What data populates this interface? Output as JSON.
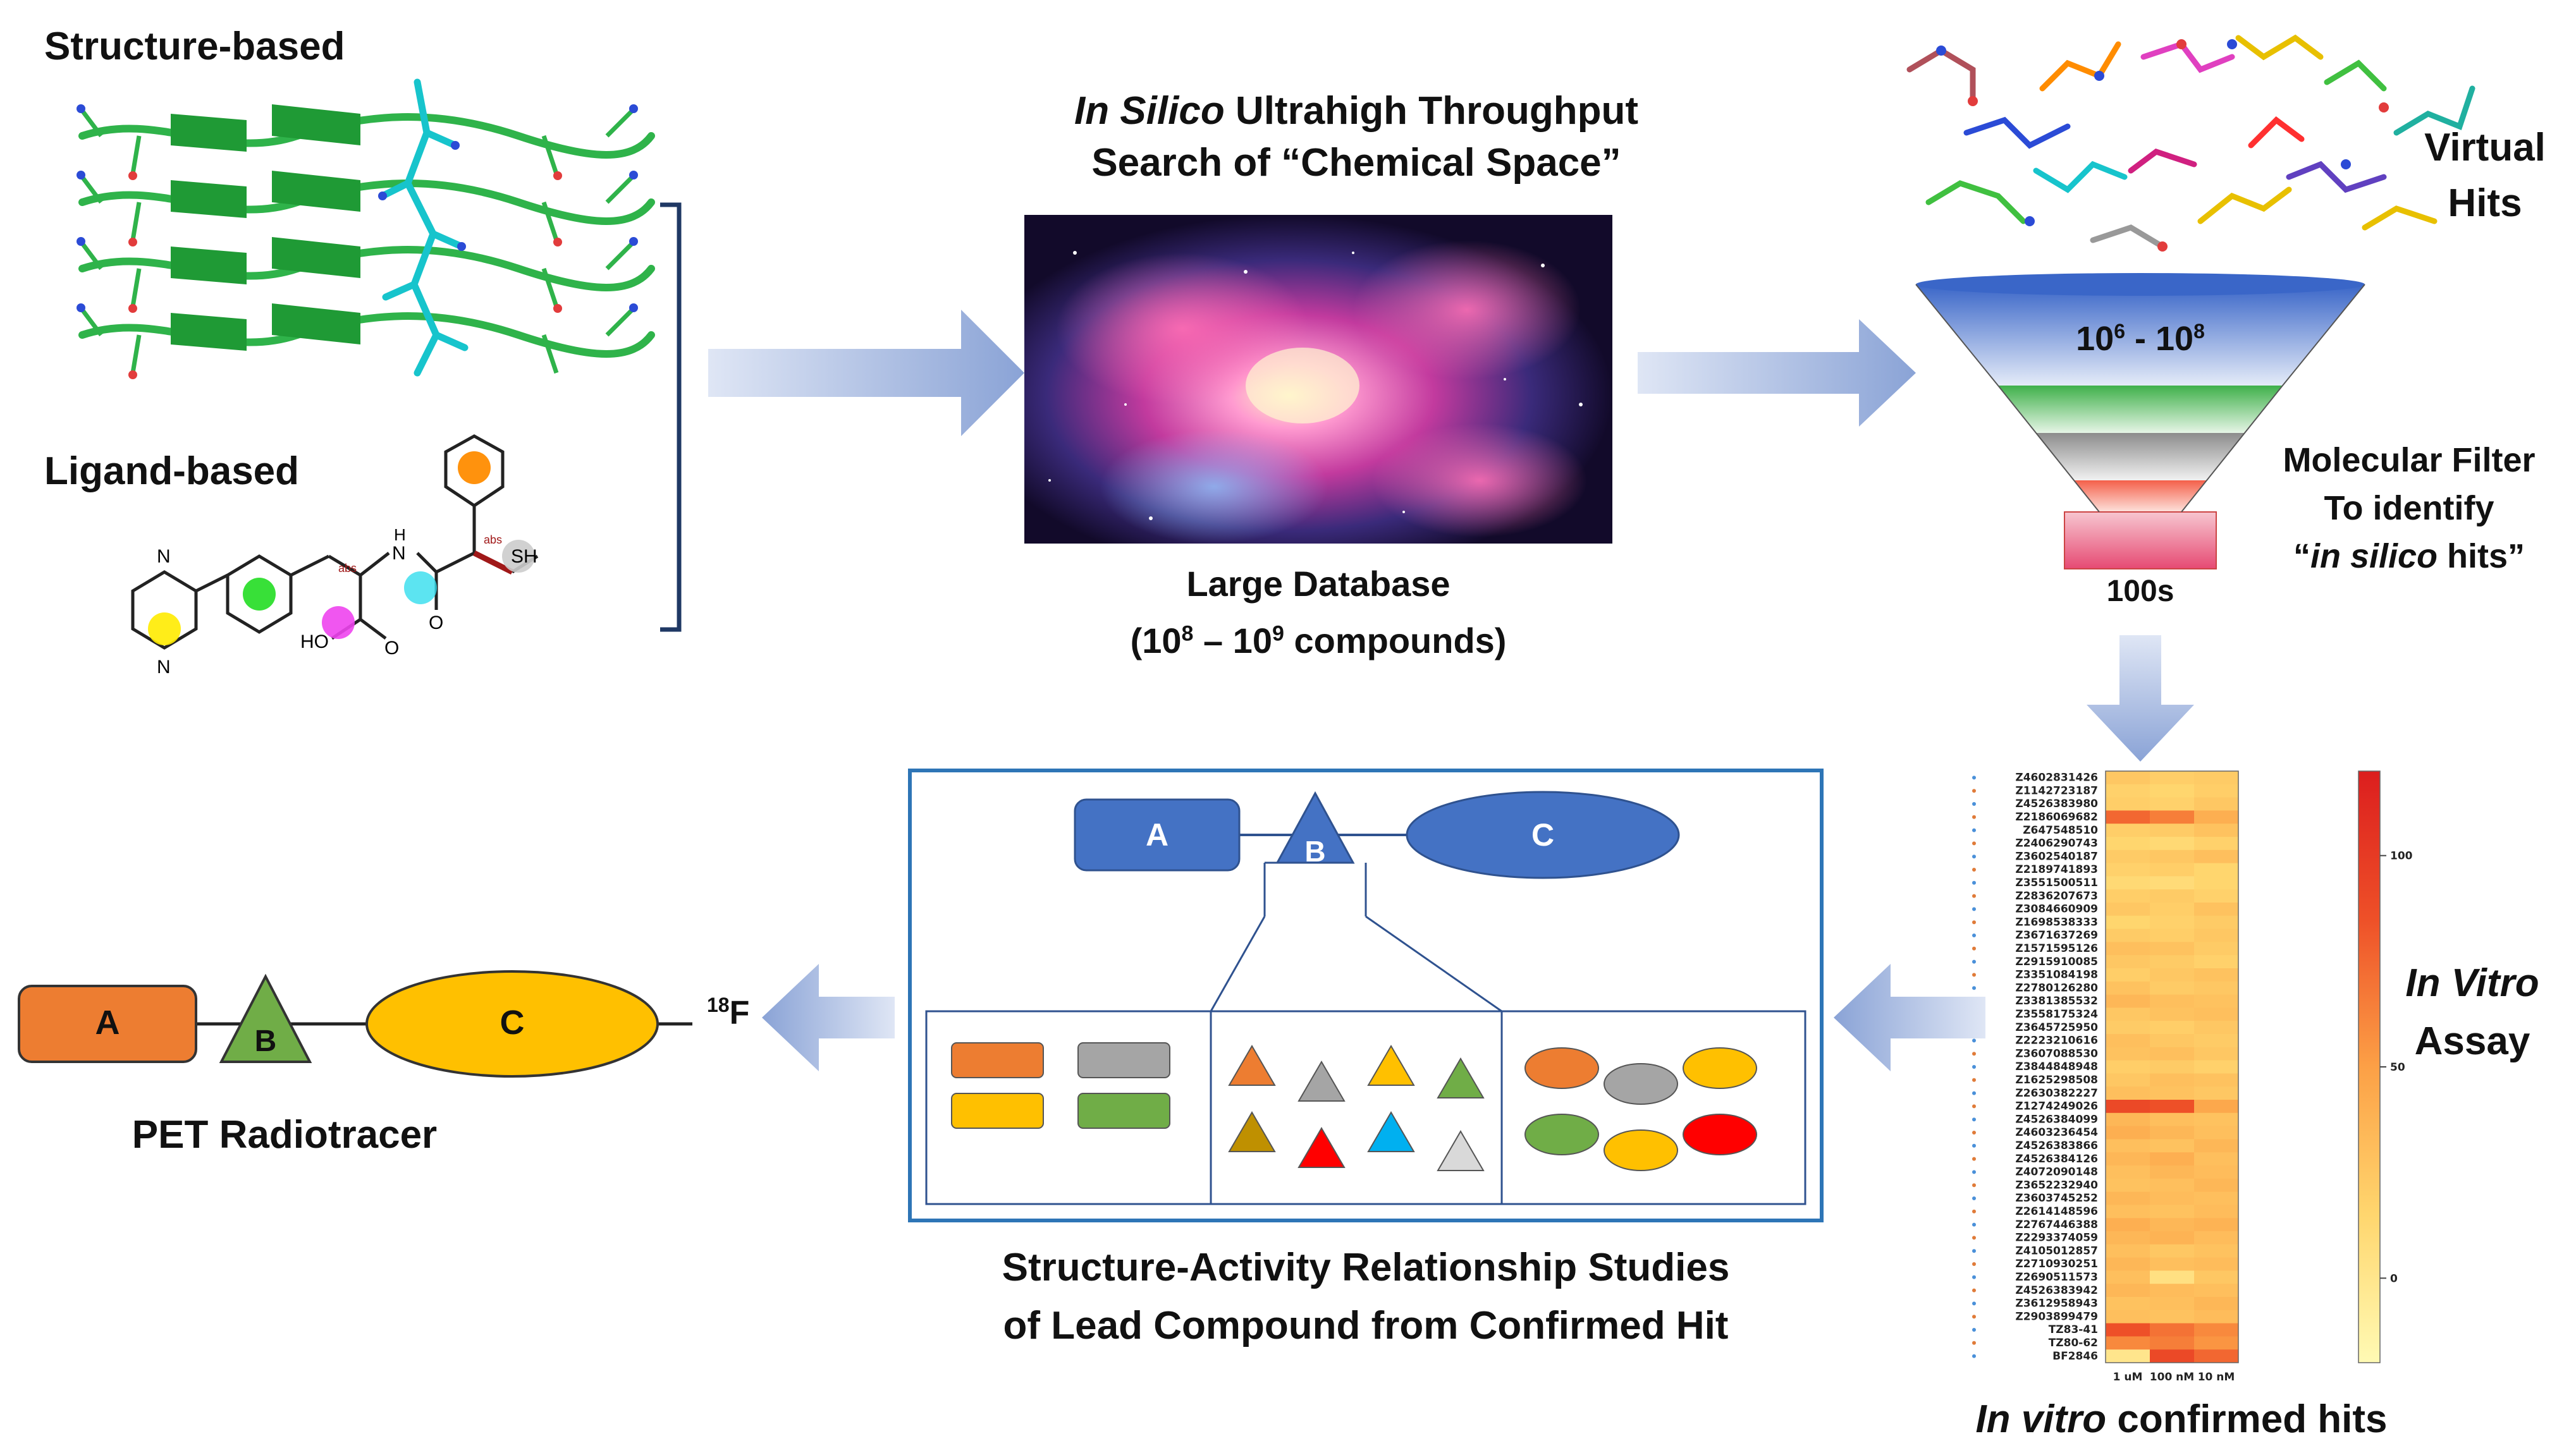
{
  "left": {
    "structure_label": "Structure-based",
    "ligand_label": "Ligand-based",
    "sh_label": "SH",
    "ho_label": "HO",
    "n_label": "N",
    "h_label": "H",
    "o_label": "O",
    "abs_label": "abs"
  },
  "search": {
    "title_italic": "In Silico",
    "title_rest": " Ultrahigh Throughput",
    "title_line2": "Search of “Chemical Space”",
    "db_line1": "Large Database",
    "db_line2_pre": "(10",
    "db_line2_sup1": "8",
    "db_line2_mid": " – 10",
    "db_line2_sup2": "9",
    "db_line2_post": " compounds)"
  },
  "funnel": {
    "virtual_hits_1": "Virtual",
    "virtual_hits_2": "Hits",
    "top_pre": "10",
    "top_sup1": "6",
    "top_mid": " - 10",
    "top_sup2": "8",
    "bottom": "100s",
    "filter_1": "Molecular Filter",
    "filter_2": "To identify",
    "filter_3_pre": "“",
    "filter_3_it": "in silico",
    "filter_3_post": " hits”"
  },
  "assay": {
    "title_it": "In Vitro",
    "title_2": "Assay",
    "caption_it": "In vitro",
    "caption_rest": " confirmed hits"
  },
  "heatmap": {
    "rows": [
      "Z4602831426",
      "Z1142723187",
      "Z4526383980",
      "Z2186069682",
      "Z647548510",
      "Z2406290743",
      "Z3602540187",
      "Z2189741893",
      "Z3551500511",
      "Z2836207673",
      "Z3084660909",
      "Z1698538333",
      "Z3671637269",
      "Z1571595126",
      "Z2915910085",
      "Z3351084198",
      "Z2780126280",
      "Z3381385532",
      "Z3558175324",
      "Z3645725950",
      "Z2223210616",
      "Z3607088530",
      "Z3844848948",
      "Z1625298508",
      "Z2630382227",
      "Z1274249026",
      "Z4526384099",
      "Z4603236454",
      "Z4526383866",
      "Z4526384126",
      "Z4072090148",
      "Z3652232940",
      "Z3603745252",
      "Z2614148596",
      "Z2767446388",
      "Z2293374059",
      "Z4105012857",
      "Z2710930251",
      "Z2690511573",
      "Z4526383942",
      "Z3612958943",
      "Z2903899479",
      "TZ83-41",
      "TZ80-62",
      "BF2846"
    ],
    "columns": [
      "1 uM",
      "100 nM",
      "10 nM"
    ],
    "values": [
      [
        25,
        20,
        22
      ],
      [
        18,
        15,
        20
      ],
      [
        20,
        18,
        25
      ],
      [
        75,
        65,
        40
      ],
      [
        20,
        22,
        28
      ],
      [
        15,
        12,
        18
      ],
      [
        22,
        25,
        30
      ],
      [
        18,
        20,
        15
      ],
      [
        12,
        10,
        15
      ],
      [
        20,
        22,
        18
      ],
      [
        25,
        20,
        28
      ],
      [
        15,
        18,
        22
      ],
      [
        22,
        20,
        25
      ],
      [
        30,
        28,
        22
      ],
      [
        25,
        22,
        18
      ],
      [
        20,
        25,
        28
      ],
      [
        28,
        22,
        25
      ],
      [
        35,
        30,
        28
      ],
      [
        25,
        28,
        30
      ],
      [
        22,
        20,
        25
      ],
      [
        30,
        25,
        22
      ],
      [
        28,
        30,
        25
      ],
      [
        20,
        22,
        18
      ],
      [
        25,
        30,
        28
      ],
      [
        30,
        28,
        25
      ],
      [
        90,
        85,
        45
      ],
      [
        35,
        30,
        28
      ],
      [
        40,
        35,
        30
      ],
      [
        30,
        28,
        35
      ],
      [
        35,
        40,
        30
      ],
      [
        30,
        35,
        32
      ],
      [
        28,
        30,
        35
      ],
      [
        35,
        32,
        30
      ],
      [
        30,
        28,
        32
      ],
      [
        40,
        35,
        38
      ],
      [
        35,
        38,
        32
      ],
      [
        30,
        25,
        28
      ],
      [
        35,
        30,
        32
      ],
      [
        30,
        5,
        25
      ],
      [
        35,
        32,
        30
      ],
      [
        28,
        30,
        35
      ],
      [
        30,
        28,
        32
      ],
      [
        85,
        70,
        60
      ],
      [
        60,
        65,
        55
      ],
      [
        0,
        90,
        75
      ]
    ],
    "scale_ticks": [
      "100",
      "50",
      "0"
    ],
    "scale_values": [
      100,
      50,
      0
    ],
    "scale_min": -20,
    "scale_max": 120
  },
  "sar": {
    "shape_a": "A",
    "shape_b": "B",
    "shape_c": "C",
    "caption_1": "Structure-Activity Relationship Studies",
    "caption_2": "of Lead Compound from Confirmed Hit",
    "colors": {
      "rects": [
        "#ed7d31",
        "#a5a5a5",
        "#ffc000",
        "#70ad47"
      ],
      "triangles": [
        "#ed7d31",
        "#a5a5a5",
        "#ffc000",
        "#70ad47",
        "#bf9000",
        "#ff0000",
        "#00b0f0",
        "#d9d9d9"
      ],
      "ellipses": [
        "#ed7d31",
        "#a5a5a5",
        "#ffc000",
        "#70ad47",
        "#ffc000",
        "#ff0000"
      ]
    }
  },
  "pet": {
    "shape_a": "A",
    "shape_b": "B",
    "shape_c": "C",
    "isotope_sup": "18",
    "isotope": "F",
    "label": "PET Radiotracer"
  }
}
